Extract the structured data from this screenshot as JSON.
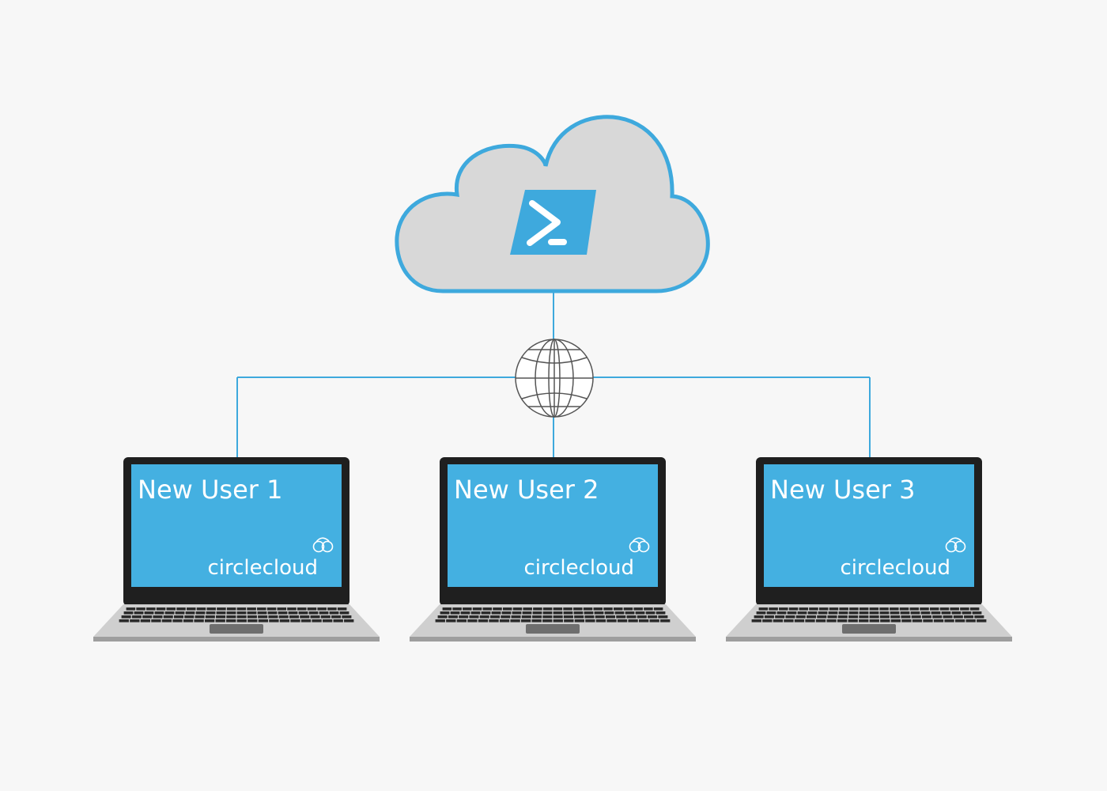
{
  "colors": {
    "background": "#f7f7f7",
    "accent": "#3ea9dd",
    "cloud_fill": "#d8d8d8",
    "cloud_stroke": "#3ea9dd",
    "screen": "#44b0e1",
    "laptop_bezel": "#1f1f1f",
    "laptop_base": "#c9c9c9",
    "connector": "#3ea9dd"
  },
  "cloud": {
    "icon": "powershell-prompt-icon"
  },
  "network": {
    "icon": "globe-icon"
  },
  "laptops": [
    {
      "title": "New User 1",
      "brand": "circlecloud",
      "brand_icon": "circlecloud-logo-icon"
    },
    {
      "title": "New User 2",
      "brand": "circlecloud",
      "brand_icon": "circlecloud-logo-icon"
    },
    {
      "title": "New User 3",
      "brand": "circlecloud",
      "brand_icon": "circlecloud-logo-icon"
    }
  ]
}
